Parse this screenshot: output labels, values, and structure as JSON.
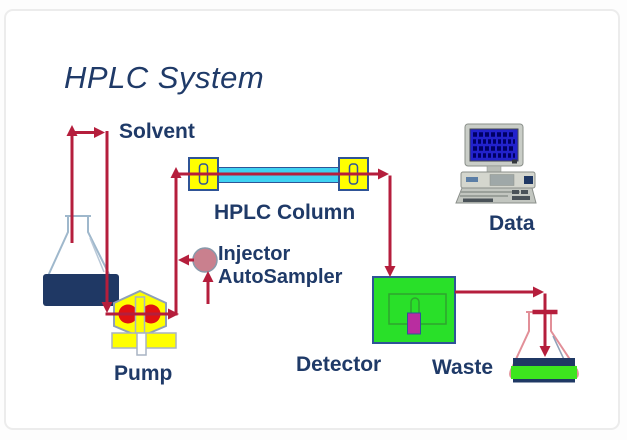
{
  "title": "HPLC System",
  "labels": {
    "solvent": "Solvent",
    "column": "HPLC Column",
    "injector_line1": "Injector",
    "injector_line2": "AutoSampler",
    "pump": "Pump",
    "detector": "Detector",
    "waste": "Waste",
    "data": "Data"
  },
  "icons": {
    "solvent_flask": "erlenmeyer-flask-icon",
    "pump": "pump-hexagon-icon",
    "injector": "injector-circle-icon",
    "column": "hplc-column-icon",
    "detector": "detector-box-icon",
    "computer": "desktop-computer-icon",
    "waste_flask": "waste-flask-icon",
    "tubing": "flow-tubing-arrows"
  },
  "colors": {
    "text_navy": "#1f3a68",
    "line_red": "#b51e3c",
    "pump_circle_red": "#e01212",
    "column_cyan": "#3fd2f2",
    "fitting_yellow": "#ffff00",
    "detector_green": "#29e029",
    "waste_green": "#3de51e",
    "magenta": "#b92da0",
    "injector_pink": "#c9808e",
    "solvent_liquid_navy": "#1f3864",
    "waste_outline_pink": "#e28f98",
    "screen_blue": "#2222cc"
  }
}
